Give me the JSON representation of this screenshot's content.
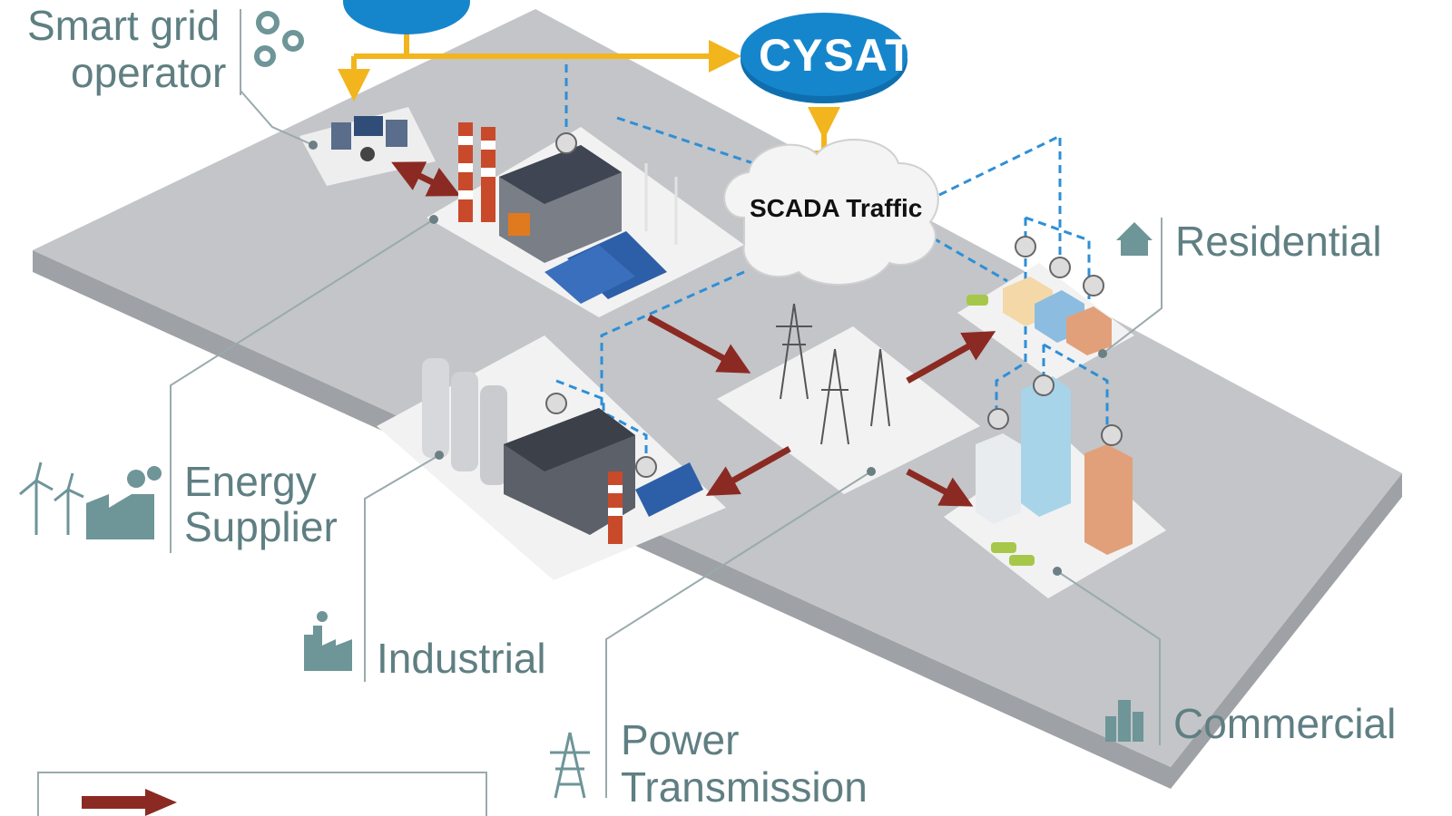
{
  "labels": {
    "smart_grid_operator_line1": "Smart grid",
    "smart_grid_operator_line2": "operator",
    "residential": "Residential",
    "energy_supplier_line1": "Energy",
    "energy_supplier_line2": "Supplier",
    "industrial": "Industrial",
    "commercial": "Commercial",
    "power_transmission_line1": "Power",
    "power_transmission_line2": "Transmission"
  },
  "nodes": {
    "cysat": "CYSAT",
    "scada": "SCADA Traffic"
  },
  "colors": {
    "label_text": "#5f7f82",
    "icon": "#6e9598",
    "platform_top": "#c3c5c8",
    "platform_side": "#9ea1a5",
    "site_pad": "#f2f2f2",
    "data_flow": "#f2b51d",
    "energy_flow": "#8b2a23",
    "network_link": "#2e8fd6",
    "cysat_fill": "#1686cc"
  },
  "icons": [
    "gear-icon",
    "house-icon",
    "wind-turbine-icon",
    "factory-icon",
    "office-buildings-icon",
    "transmission-tower-icon"
  ]
}
